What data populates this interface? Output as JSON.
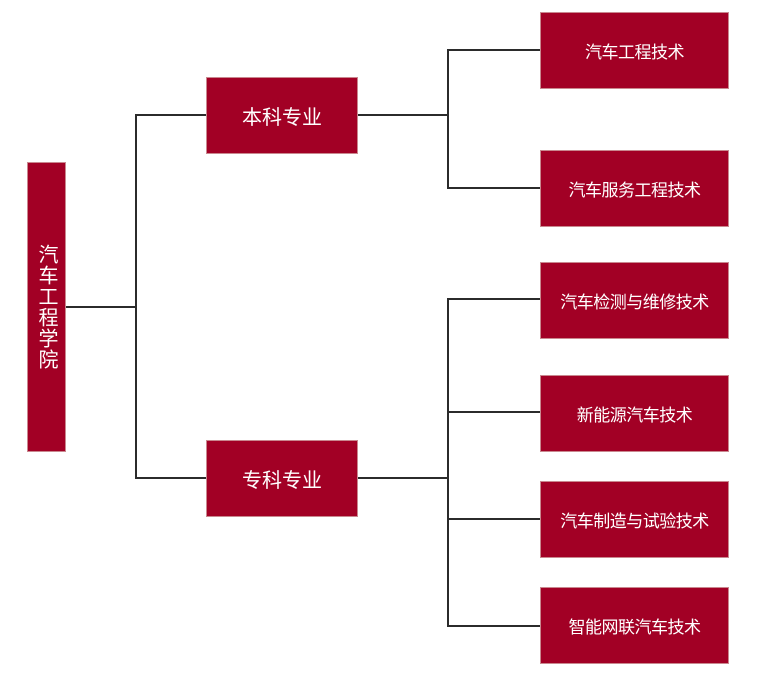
{
  "colors": {
    "node_fill": "#a20025",
    "node_text": "#ffffff",
    "connector": "#2b2b2b"
  },
  "root": {
    "label": "汽车工程学院"
  },
  "branches": [
    {
      "label": "本科专业",
      "children": [
        "汽车工程技术",
        "汽车服务工程技术"
      ]
    },
    {
      "label": "专科专业",
      "children": [
        "汽车检测与维修技术",
        "新能源汽车技术",
        "汽车制造与试验技术",
        "智能网联汽车技术"
      ]
    }
  ]
}
